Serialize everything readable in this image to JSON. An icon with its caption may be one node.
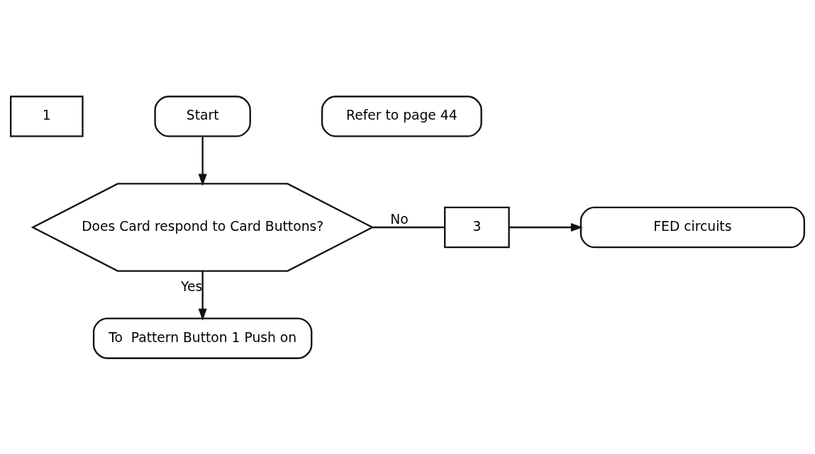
{
  "diagram": {
    "nodes": [
      {
        "text": [
          "1"
        ]
      },
      {
        "text": [
          "Start"
        ]
      },
      {
        "text": [
          "Does Card respond to Card Buttons?"
        ]
      },
      {
        "text": [
          "3"
        ]
      },
      {
        "text": [
          "Refer to page 44"
        ]
      },
      {
        "text": [
          "FED circuits"
        ]
      },
      {
        "text": [
          "To  Pattern Button 1 Push on"
        ]
      }
    ],
    "edges": [
      {
        "from": 1,
        "to": 2,
        "arrow": "to"
      },
      {
        "from": 2,
        "to": 3,
        "arrow": "none",
        "label": "No"
      },
      {
        "from": 3,
        "to": 5,
        "arrow": "to"
      },
      {
        "from": 2,
        "to": 6,
        "arrow": "to",
        "label": "Yes"
      }
    ]
  }
}
